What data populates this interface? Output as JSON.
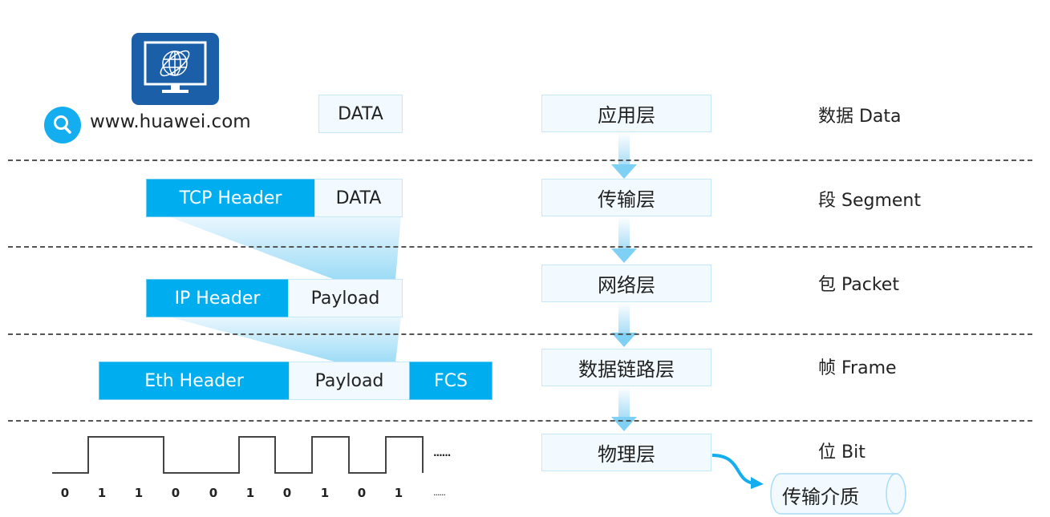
{
  "website": {
    "url": "www.huawei.com",
    "icons": [
      "computer-globe-icon",
      "search-icon"
    ]
  },
  "encapsulation": {
    "data_label": "DATA",
    "tcp_segment": {
      "header": "TCP Header",
      "data": "DATA"
    },
    "ip_packet": {
      "header": "IP Header",
      "payload": "Payload"
    },
    "eth_frame": {
      "header": "Eth Header",
      "payload": "Payload",
      "trailer": "FCS"
    },
    "bits": [
      "0",
      "1",
      "1",
      "0",
      "0",
      "1",
      "0",
      "1",
      "0",
      "1"
    ],
    "ellipsis": "......"
  },
  "layers": [
    {
      "name": "应用层",
      "pdu": "数据 Data"
    },
    {
      "name": "传输层",
      "pdu": "段 Segment"
    },
    {
      "name": "网络层",
      "pdu": "包 Packet"
    },
    {
      "name": "数据链路层",
      "pdu": "帧 Frame"
    },
    {
      "name": "物理层",
      "pdu": "位 Bit"
    }
  ],
  "medium": "传输介质",
  "colors": {
    "header_blue": "#00aeef",
    "light_fill": "#f2faff",
    "light_border": "#c5e8fa",
    "monitor_blue": "#1a5fa8",
    "search_blue": "#14aef0"
  }
}
